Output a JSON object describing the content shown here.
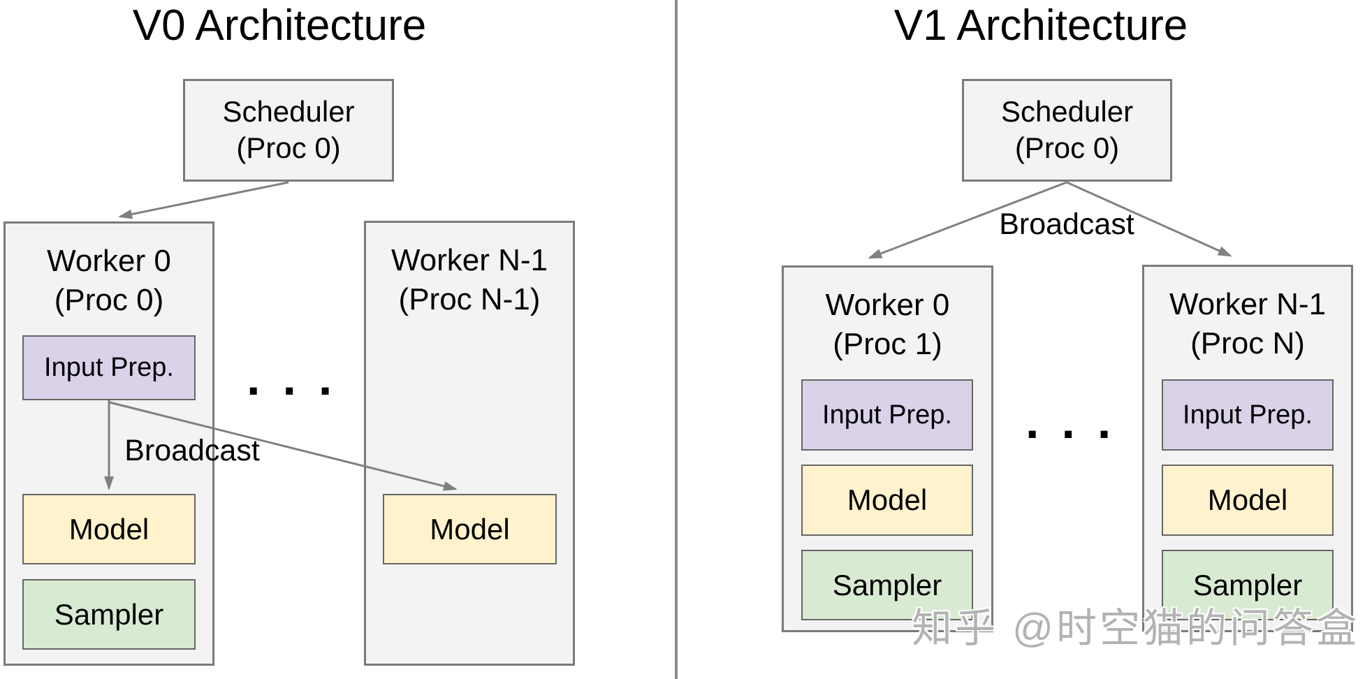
{
  "v0": {
    "title": "V0 Architecture",
    "scheduler": {
      "name": "Scheduler",
      "proc": "(Proc 0)"
    },
    "broadcast_label": "Broadcast",
    "ellipsis": "...",
    "worker0": {
      "name": "Worker 0",
      "proc": "(Proc 0)",
      "input_prep": "Input Prep.",
      "model": "Model",
      "sampler": "Sampler"
    },
    "workerN": {
      "name": "Worker N-1",
      "proc": "(Proc N-1)",
      "model": "Model"
    }
  },
  "v1": {
    "title": "V1 Architecture",
    "scheduler": {
      "name": "Scheduler",
      "proc": "(Proc 0)"
    },
    "broadcast_label": "Broadcast",
    "ellipsis": "...",
    "worker0": {
      "name": "Worker 0",
      "proc": "(Proc 1)",
      "input_prep": "Input Prep.",
      "model": "Model",
      "sampler": "Sampler"
    },
    "workerN": {
      "name": "Worker N-1",
      "proc": "(Proc N)",
      "input_prep": "Input Prep.",
      "model": "Model",
      "sampler": "Sampler"
    }
  },
  "watermark": {
    "text": "知乎 @时空猫的问答盒"
  },
  "colors": {
    "box_fill": "#f3f3f3",
    "box_border": "#7a7a7a",
    "node_border": "#666666",
    "input_prep_fill": "#d9d2e9",
    "model_fill": "#fff2cc",
    "sampler_fill": "#d9ead3",
    "arrow": "#808080",
    "divider": "#8c8c8c",
    "watermark": "#b3b3b3"
  }
}
